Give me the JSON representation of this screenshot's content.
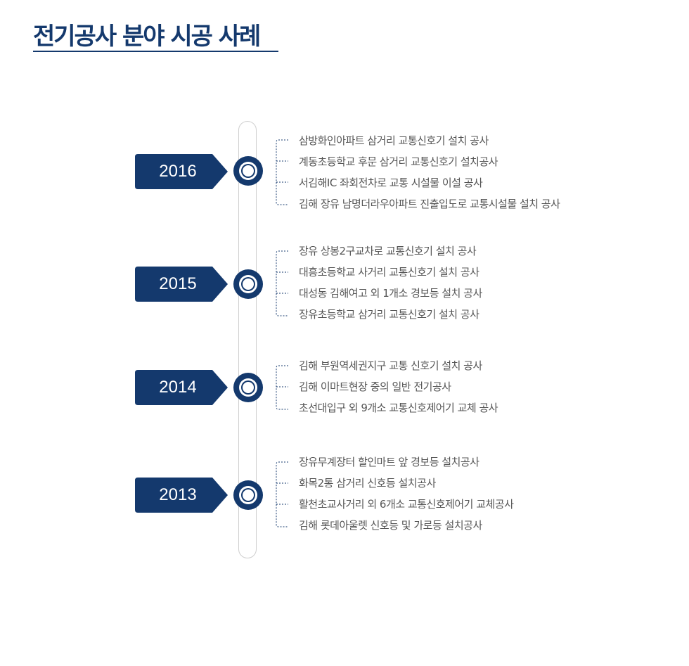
{
  "page": {
    "title": "전기공사 분야 시공 사례"
  },
  "colors": {
    "navy": "#14396d",
    "track": "#cfcfcf",
    "text": "#555555"
  },
  "timeline": [
    {
      "year": "2016",
      "items": [
        "삼방화인아파트 삼거리 교통신호기 설치 공사",
        "계동초등학교 후문 삼거리 교통신호기 설치공사",
        "서김해IC 좌회전차로 교통 시설물 이설 공사",
        "김해 장유 남명더라우아파트 진출입도로 교통시설물 설치 공사"
      ]
    },
    {
      "year": "2015",
      "items": [
        "장유 상봉2구교차로 교통신호기 설치 공사",
        "대흥초등학교 사거리 교통신호기 설치 공사",
        "대성동 김해여고 외 1개소 경보등 설치 공사",
        "장유초등학교 삼거리 교통신호기 설치 공사"
      ]
    },
    {
      "year": "2014",
      "items": [
        "김해 부원역세권지구 교통 신호기 설치 공사",
        "김해 이마트현장 중의 일반 전기공사",
        "초선대입구 외 9개소 교통신호제어기 교체 공사"
      ]
    },
    {
      "year": "2013",
      "items": [
        "장유무계장터 할인마트 앞 경보등 설치공사",
        "화목2통 삼거리 신호등 설치공사",
        "활천초교사거리 외 6개소 교통신호제어기 교체공사",
        "김해 롯데아울렛 신호등 및 가로등 설치공사"
      ]
    }
  ]
}
